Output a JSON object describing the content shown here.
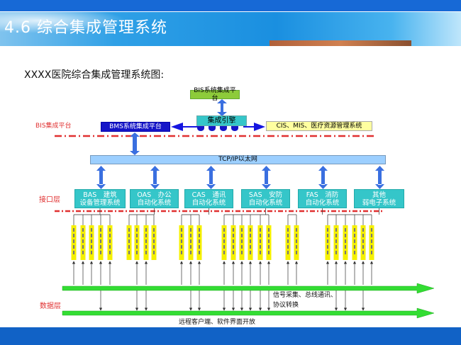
{
  "header": {
    "title": "4.6 综合集成管理系统"
  },
  "subtitle": "XXXX医院综合集成管理系统图:",
  "layers": {
    "platform": "BIS集成平台",
    "interface": "接口层",
    "data": "数据层"
  },
  "platform": {
    "bis": "BIS系统集成平台",
    "engine": "集成引擎",
    "bms": "BMS系统集成平台",
    "external": "CIS、MIS、医疗资源管理系统"
  },
  "network": "TCP/IP以太网",
  "modules": [
    {
      "line1": "BAS　建筑",
      "line2": "设备管理系统"
    },
    {
      "line1": "OAS　办公",
      "line2": "自动化系统"
    },
    {
      "line1": "CAS　通讯",
      "line2": "自动化系统"
    },
    {
      "line1": "SAS　安防",
      "line2": "自动化系统"
    },
    {
      "line1": "FAS　消防",
      "line2": "自动化系统"
    },
    {
      "line1": "其他",
      "line2": "弱电子系统"
    }
  ],
  "subsystem_counts": [
    5,
    4,
    3,
    6,
    2,
    6
  ],
  "bus": {
    "signal_line1": "信号采集、总线通讯、",
    "signal_line2": "协议转换",
    "remote": "远程客户端、软件界面开放"
  },
  "colors": {
    "module": "#35c6c9",
    "bms": "#1515c8",
    "bis": "#8dcb3a",
    "external": "#ffffa0",
    "network": "#9ccfff",
    "bus": "#33dd33",
    "divider": "#e03030",
    "strip": "#f5f000"
  }
}
